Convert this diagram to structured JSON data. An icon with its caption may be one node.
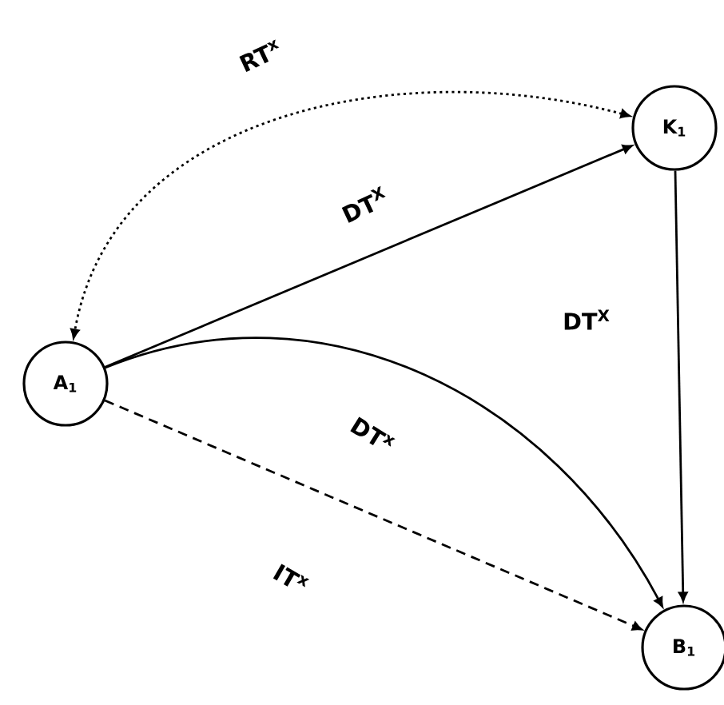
{
  "diagram": {
    "nodes": [
      {
        "text": [
          "A$_{1}$"
        ]
      },
      {
        "text": [
          "K$_{1}$"
        ]
      },
      {
        "text": [
          "B$_{1}$"
        ]
      }
    ],
    "edges": [
      {
        "from": 1,
        "to": 0,
        "arrow": "both",
        "label": "RT$^{x}$",
        "style": "dashed"
      },
      {
        "from": 0,
        "to": 1,
        "arrow": "to",
        "label": "DT$^{X}$"
      },
      {
        "from": 1,
        "to": 2,
        "arrow": "to",
        "label": "DT$^{X}$"
      },
      {
        "from": 0,
        "to": 2,
        "arrow": "to",
        "label": "DT$^{x}$"
      },
      {
        "from": 0,
        "to": 2,
        "arrow": "to",
        "label": "IT$^{x}$",
        "style": "dashed"
      }
    ]
  }
}
